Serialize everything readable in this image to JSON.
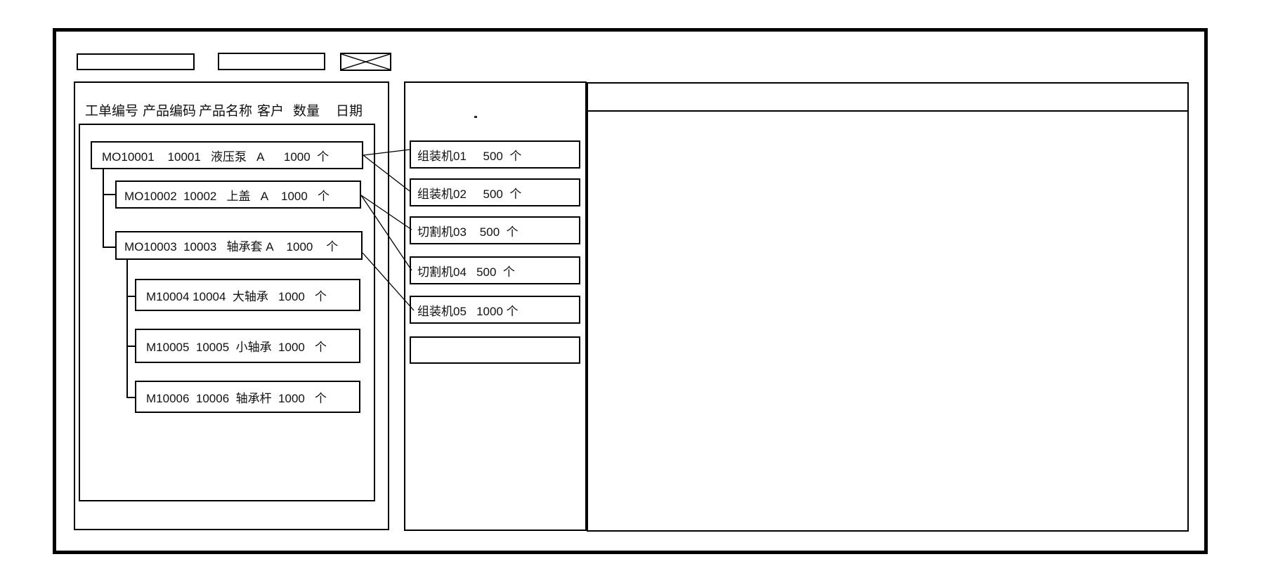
{
  "toolbar": {
    "field_a_value": "",
    "field_b_value": ""
  },
  "orders_panel": {
    "columns": [
      "工单编号",
      "产品编码",
      "产品名称",
      "客户",
      "数量",
      "日期"
    ],
    "orders": [
      {
        "order_no": "MO10001",
        "product_code": "10001",
        "product_name": "液压泵",
        "customer": "A",
        "qty": "1000",
        "unit": "个",
        "text": "MO10001    10001   液压泵   A      1000  个"
      },
      {
        "order_no": "MO10002",
        "product_code": "10002",
        "product_name": "上盖",
        "customer": "A",
        "qty": "1000",
        "unit": "个",
        "text": "MO10002  10002   上盖   A    1000   个"
      },
      {
        "order_no": "MO10003",
        "product_code": "10003",
        "product_name": "轴承套",
        "customer": "A",
        "qty": "1000",
        "unit": "个",
        "text": "MO10003  10003   轴承套 A    1000    个"
      },
      {
        "order_no": "M10004",
        "product_code": "10004",
        "product_name": "大轴承",
        "customer": "",
        "qty": "1000",
        "unit": "个",
        "text": "M10004 10004  大轴承   1000   个"
      },
      {
        "order_no": "M10005",
        "product_code": "10005",
        "product_name": "小轴承",
        "customer": "",
        "qty": "1000",
        "unit": "个",
        "text": "M10005  10005  小轴承  1000   个"
      },
      {
        "order_no": "M10006",
        "product_code": "10006",
        "product_name": "轴承杆",
        "customer": "",
        "qty": "1000",
        "unit": "个",
        "text": "M10006  10006  轴承杆  1000   个"
      }
    ]
  },
  "machines_panel": {
    "machines": [
      {
        "name": "组装机01",
        "qty": "500",
        "unit": "个",
        "text": "组装机01     500  个"
      },
      {
        "name": "组装机02",
        "qty": "500",
        "unit": "个",
        "text": "组装机02     500  个"
      },
      {
        "name": "切割机03",
        "qty": "500",
        "unit": "个",
        "text": "切割机03    500  个"
      },
      {
        "name": "切割机04",
        "qty": "500",
        "unit": "个",
        "text": "切割机04   500  个"
      },
      {
        "name": "组装机05",
        "qty": "1000",
        "unit": "个",
        "text": "组装机05   1000 个"
      },
      {
        "name": "",
        "qty": "",
        "unit": "",
        "text": ""
      }
    ]
  },
  "connections": [
    {
      "from": "MO10001",
      "to": "组装机01"
    },
    {
      "from": "MO10001",
      "to": "组装机02"
    },
    {
      "from": "MO10002",
      "to": "切割机03"
    },
    {
      "from": "MO10002",
      "to": "切割机04"
    },
    {
      "from": "MO10003",
      "to": "组装机05"
    }
  ],
  "colors": {
    "stroke": "#000000",
    "background": "#ffffff"
  }
}
